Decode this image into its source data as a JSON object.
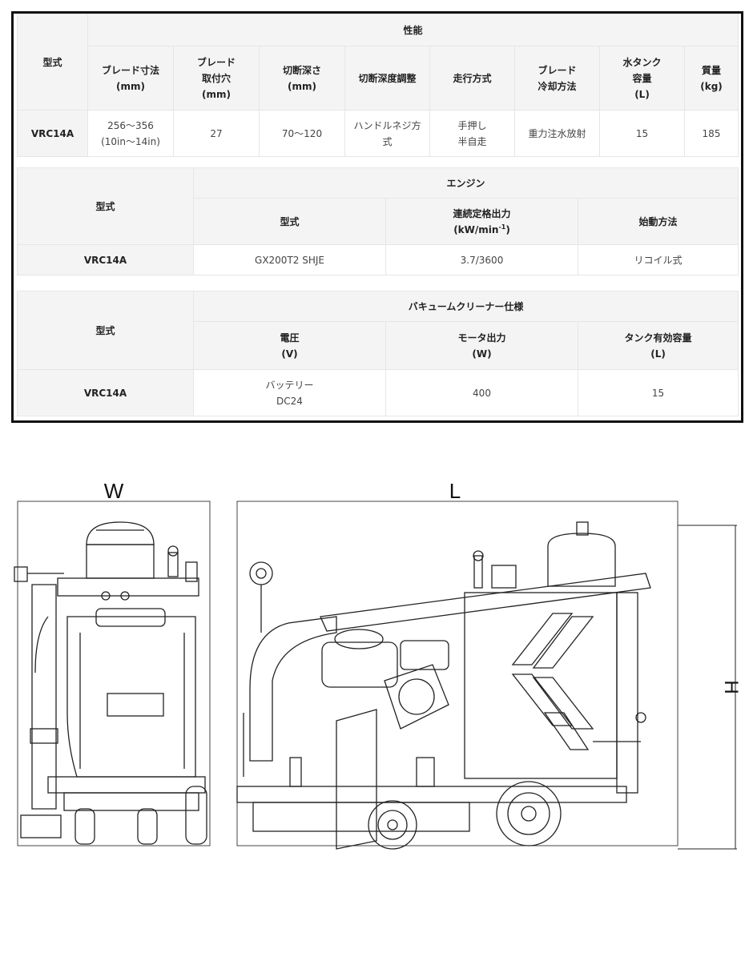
{
  "performance_table": {
    "model_header": "型式",
    "group_header": "性能",
    "columns": [
      "ブレード寸法\n(mm)",
      "ブレード\n取付穴\n(mm)",
      "切断深さ\n(mm)",
      "切断深度調整",
      "走行方式",
      "ブレード\n冷却方法",
      "水タンク\n容量\n(L)",
      "質量\n(kg)"
    ],
    "row": {
      "model": "VRC14A",
      "values": [
        "256～356\n(10in～14in)",
        "27",
        "70～120",
        "ハンドルネジ方\n式",
        "手押し\n半自走",
        "重力注水放射",
        "15",
        "185"
      ]
    }
  },
  "engine_table": {
    "model_header": "型式",
    "group_header": "エンジン",
    "columns": [
      "型式",
      "連続定格出力",
      "始動方法"
    ],
    "output_unit_prefix": "(kW/min",
    "output_unit_exp": "-1",
    "output_unit_suffix": ")",
    "row": {
      "model": "VRC14A",
      "values": [
        "GX200T2 SHJE",
        "3.7/3600",
        "リコイル式"
      ]
    }
  },
  "vacuum_table": {
    "model_header": "型式",
    "group_header": "バキュームクリーナー仕様",
    "columns": [
      "電圧\n(V)",
      "モータ出力\n(W)",
      "タンク有効容量\n(L)"
    ],
    "row": {
      "model": "VRC14A",
      "values": [
        "バッテリー\nDC24",
        "400",
        "15"
      ]
    }
  },
  "drawing": {
    "width_label": "W",
    "length_label": "L",
    "height_label": "H"
  }
}
